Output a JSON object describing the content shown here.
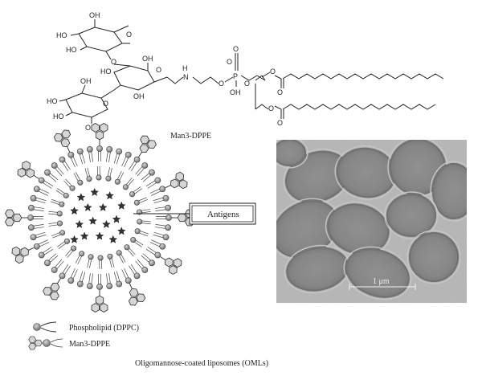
{
  "structure": {
    "caption": "Man3-DPPE",
    "atoms": {
      "oh": "OH",
      "ho": "HO",
      "o": "O",
      "p": "P",
      "h": "H",
      "n": "N"
    }
  },
  "liposome": {
    "callout": "Antigens"
  },
  "micrograph": {
    "scale_label": "1 μm"
  },
  "legend": {
    "phospholipid": "Phospholipid (DPPC)",
    "man3": "Man3-DPPE"
  },
  "figure_caption": "Oligomannose-coated liposomes (OMLs)",
  "colors": {
    "lipid_head": "#9a9a9a",
    "lipid_head_outer": "#7d7d7d",
    "sugar": "#d6d6d6",
    "micrograph_bg": "#b9b9b9"
  }
}
